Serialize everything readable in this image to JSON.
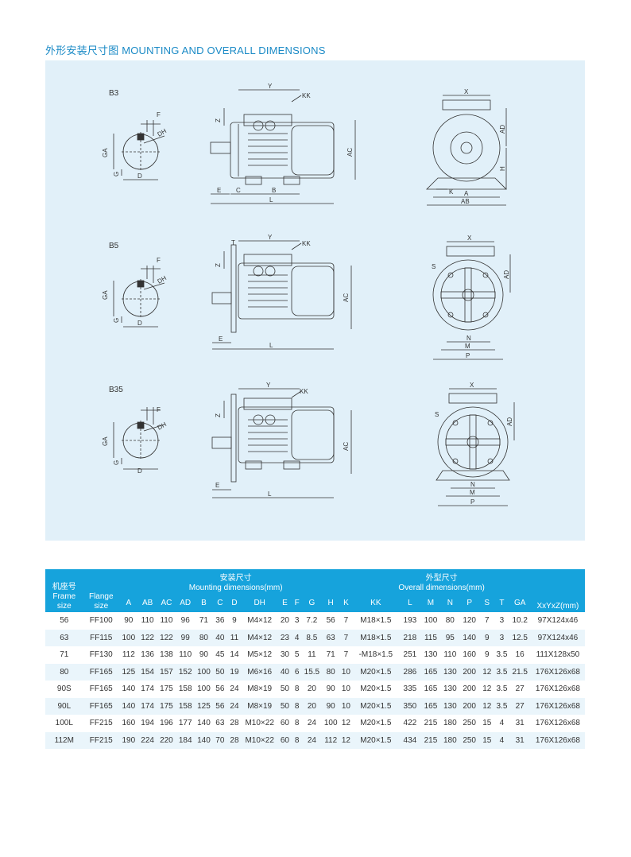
{
  "title": "外形安装尺寸图 MOUNTING AND OVERALL DIMENSIONS",
  "colors": {
    "accent": "#1a8ac6",
    "panel_bg": "#e1f0f9",
    "table_header_bg": "#16a3dc",
    "line": "#333333"
  },
  "drawings": {
    "views": [
      "B3",
      "B5",
      "B35"
    ],
    "labels": {
      "F": "F",
      "DH": "DH",
      "GA": "GA",
      "G": "G",
      "D": "D",
      "Y": "Y",
      "KK": "KK",
      "Z": "Z",
      "T": "T",
      "AC": "AC",
      "E": "E",
      "C": "C",
      "B": "B",
      "L": "L",
      "X": "X",
      "AD": "AD",
      "H": "H",
      "K": "K",
      "A": "A",
      "AB": "AB",
      "S": "S",
      "N": "N",
      "M": "M",
      "P": "P"
    }
  },
  "table": {
    "header": {
      "frame_size_cn": "机座号",
      "frame_size_en1": "Frame",
      "frame_size_en2": "size",
      "flange_en1": "Flange",
      "flange_en2": "size",
      "mounting_cn": "安装尺寸",
      "mounting_en": "Mounting dimensions(mm)",
      "overall_cn": "外型尺寸",
      "overall_en": "Overall  dimensions(mm)",
      "xyz": "XxYxZ(mm)",
      "columns": [
        "A",
        "AB",
        "AC",
        "AD",
        "B",
        "C",
        "D",
        "DH",
        "E",
        "F",
        "G",
        "H",
        "K",
        "KK",
        "L",
        "M",
        "N",
        "P",
        "S",
        "T",
        "GA"
      ]
    },
    "rows": [
      [
        "56",
        "FF100",
        "90",
        "110",
        "110",
        "96",
        "71",
        "36",
        "9",
        "M4×12",
        "20",
        "3",
        "7.2",
        "56",
        "7",
        "M18×1.5",
        "193",
        "100",
        "80",
        "120",
        "7",
        "3",
        "10.2",
        "97X124x46"
      ],
      [
        "63",
        "FF115",
        "100",
        "122",
        "122",
        "99",
        "80",
        "40",
        "11",
        "M4×12",
        "23",
        "4",
        "8.5",
        "63",
        "7",
        "M18×1.5",
        "218",
        "115",
        "95",
        "140",
        "9",
        "3",
        "12.5",
        "97X124x46"
      ],
      [
        "71",
        "FF130",
        "112",
        "136",
        "138",
        "110",
        "90",
        "45",
        "14",
        "M5×12",
        "30",
        "5",
        "11",
        "71",
        "7",
        "-M18×1.5",
        "251",
        "130",
        "110",
        "160",
        "9",
        "3.5",
        "16",
        "111X128x50"
      ],
      [
        "80",
        "FF165",
        "125",
        "154",
        "157",
        "152",
        "100",
        "50",
        "19",
        "M6×16",
        "40",
        "6",
        "15.5",
        "80",
        "10",
        "M20×1.5",
        "286",
        "165",
        "130",
        "200",
        "12",
        "3.5",
        "21.5",
        "176X126x68"
      ],
      [
        "90S",
        "FF165",
        "140",
        "174",
        "175",
        "158",
        "100",
        "56",
        "24",
        "M8×19",
        "50",
        "8",
        "20",
        "90",
        "10",
        "M20×1.5",
        "335",
        "165",
        "130",
        "200",
        "12",
        "3.5",
        "27",
        "176X126x68"
      ],
      [
        "90L",
        "FF165",
        "140",
        "174",
        "175",
        "158",
        "125",
        "56",
        "24",
        "M8×19",
        "50",
        "8",
        "20",
        "90",
        "10",
        "M20×1.5",
        "350",
        "165",
        "130",
        "200",
        "12",
        "3.5",
        "27",
        "176X126x68"
      ],
      [
        "100L",
        "FF215",
        "160",
        "194",
        "196",
        "177",
        "140",
        "63",
        "28",
        "M10×22",
        "60",
        "8",
        "24",
        "100",
        "12",
        "M20×1.5",
        "422",
        "215",
        "180",
        "250",
        "15",
        "4",
        "31",
        "176X126x68"
      ],
      [
        "112M",
        "FF215",
        "190",
        "224",
        "220",
        "184",
        "140",
        "70",
        "28",
        "M10×22",
        "60",
        "8",
        "24",
        "112",
        "12",
        "M20×1.5",
        "434",
        "215",
        "180",
        "250",
        "15",
        "4",
        "31",
        "176X126x68"
      ]
    ]
  }
}
